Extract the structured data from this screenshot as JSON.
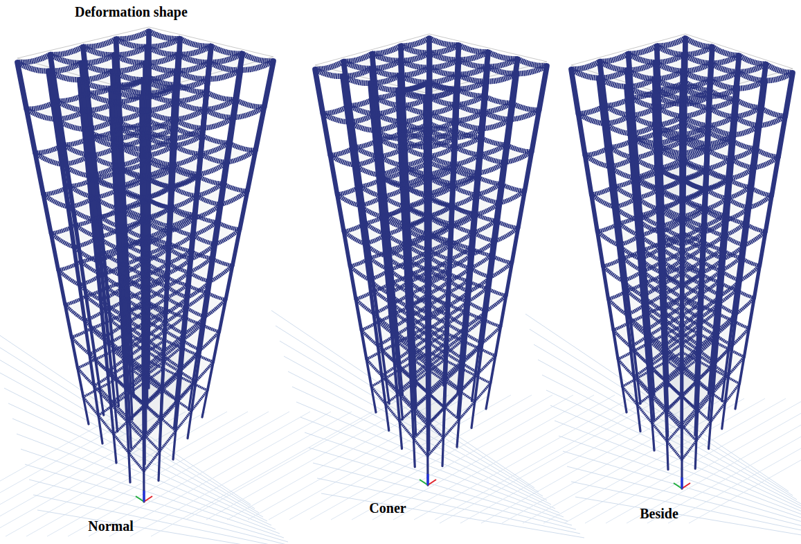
{
  "diagram": {
    "title": "Deformation shape",
    "labels": [
      "Normal",
      "Coner",
      "Beside"
    ]
  }
}
